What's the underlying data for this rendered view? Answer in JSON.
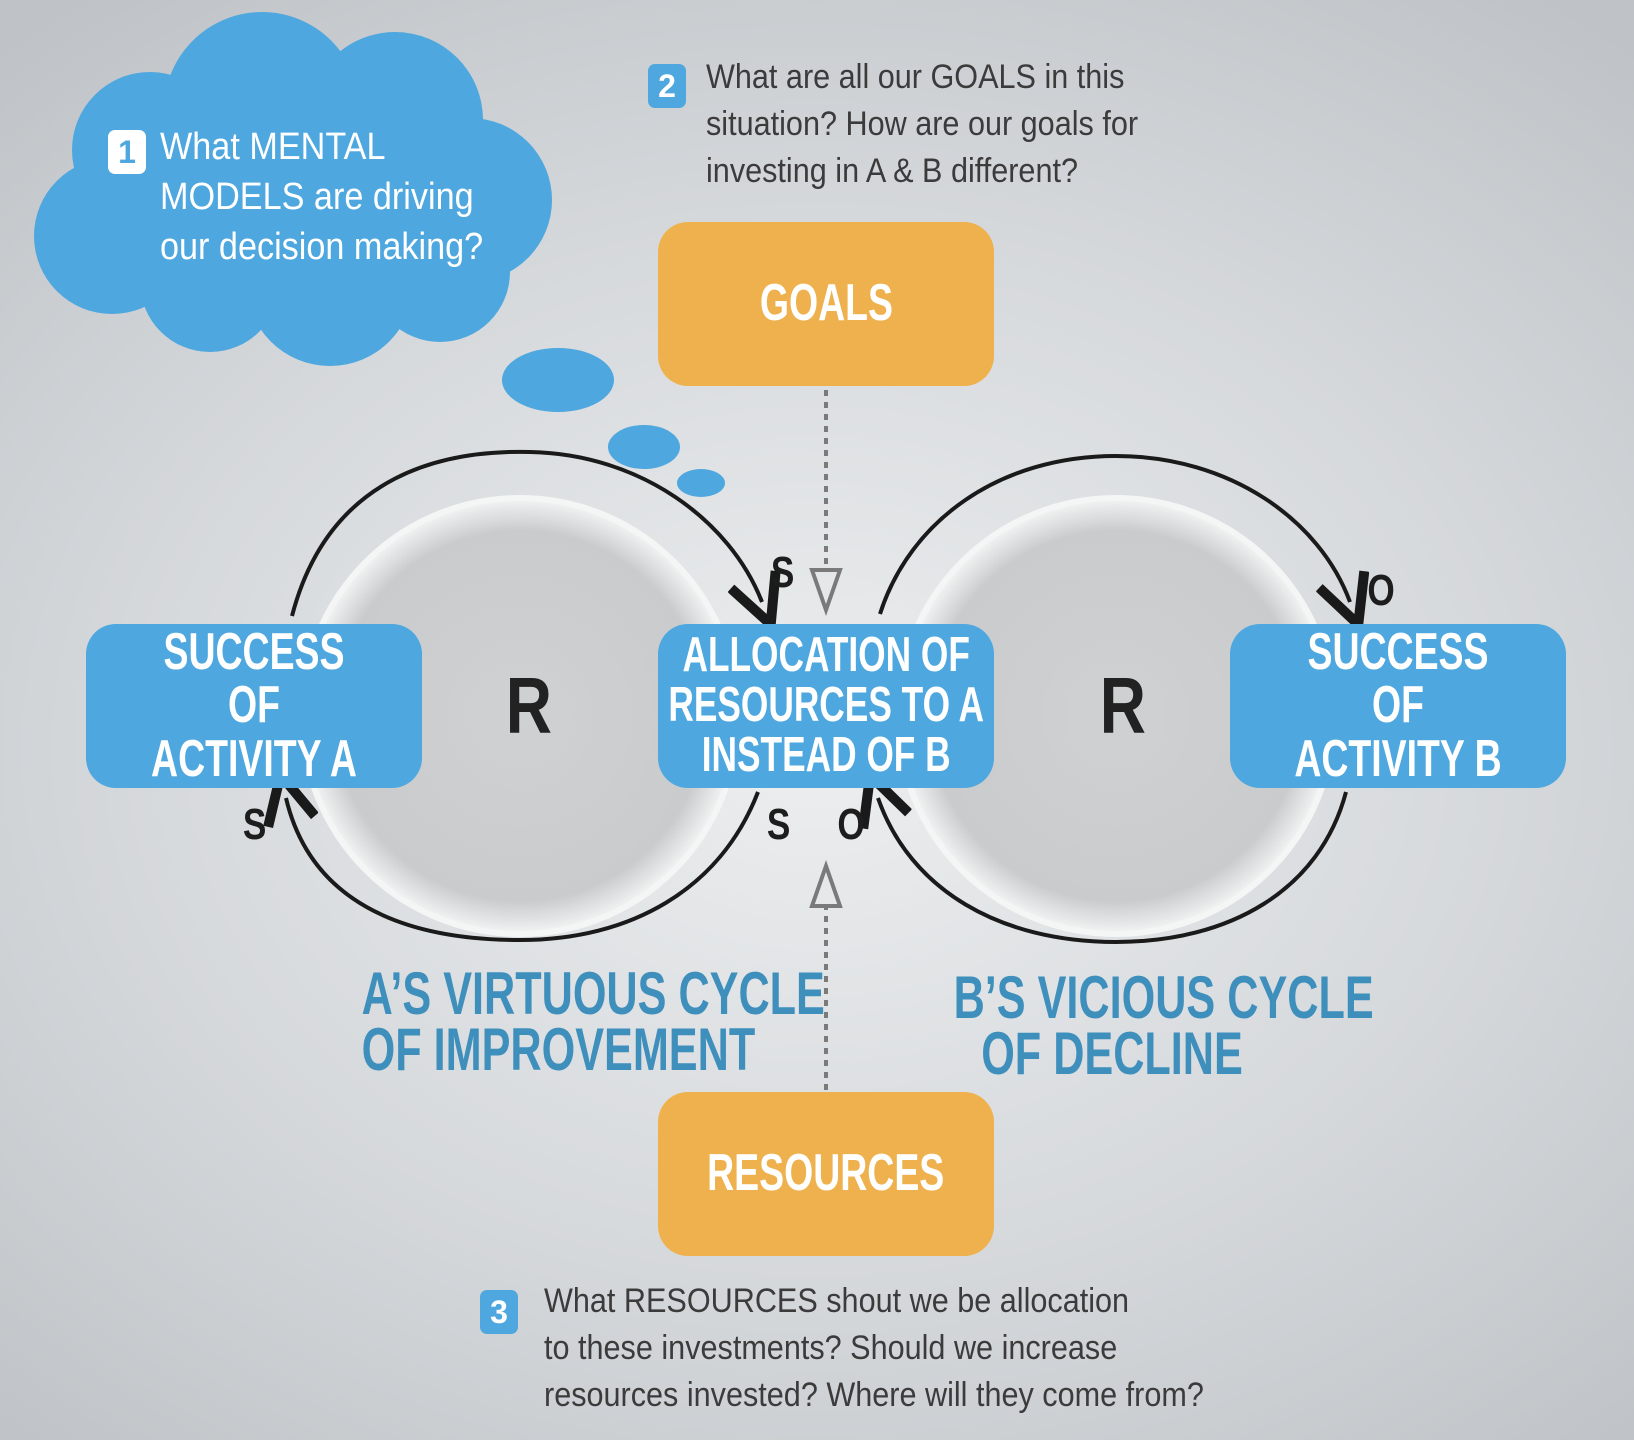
{
  "goals": {
    "label": "GOALS"
  },
  "resources": {
    "label": "RESOURCES"
  },
  "allocation": {
    "lines": [
      "ALLOCATION OF",
      "RESOURCES TO A",
      "INSTEAD OF B"
    ]
  },
  "activity_a": {
    "lines": [
      "SUCCESS OF",
      "ACTIVITY A"
    ]
  },
  "activity_b": {
    "lines": [
      "SUCCESS OF",
      "ACTIVITY B"
    ]
  },
  "loops": {
    "left": "R",
    "right": "R"
  },
  "polarities": {
    "top_left": "S",
    "top_right": "O",
    "bottom_left": "S",
    "bottom_center_s": "S",
    "bottom_center_o": "O"
  },
  "captions": {
    "virtuous": [
      "A’S VIRTUOUS CYCLE",
      "OF IMPROVEMENT"
    ],
    "vicious": [
      "B’S VICIOUS CYCLE",
      "OF DECLINE"
    ]
  },
  "questions": {
    "q1": {
      "number": "1",
      "lines": [
        "What MENTAL",
        "MODELS are driving",
        "our decision making?"
      ]
    },
    "q2": {
      "number": "2",
      "lines": [
        "What are all our GOALS in this",
        "situation? How are our goals for",
        "investing in A & B different?"
      ]
    },
    "q3": {
      "number": "3",
      "lines": [
        "What RESOURCES shout we be allocation",
        "to these investments? Should we increase",
        "resources invested? Where will they come from?"
      ]
    }
  },
  "colors": {
    "blue": "#4ea7de",
    "orange": "#eeb14d",
    "caption": "#3f8fbd",
    "arrow": "#1a1a1a",
    "dotted": "#7a7a7a"
  }
}
